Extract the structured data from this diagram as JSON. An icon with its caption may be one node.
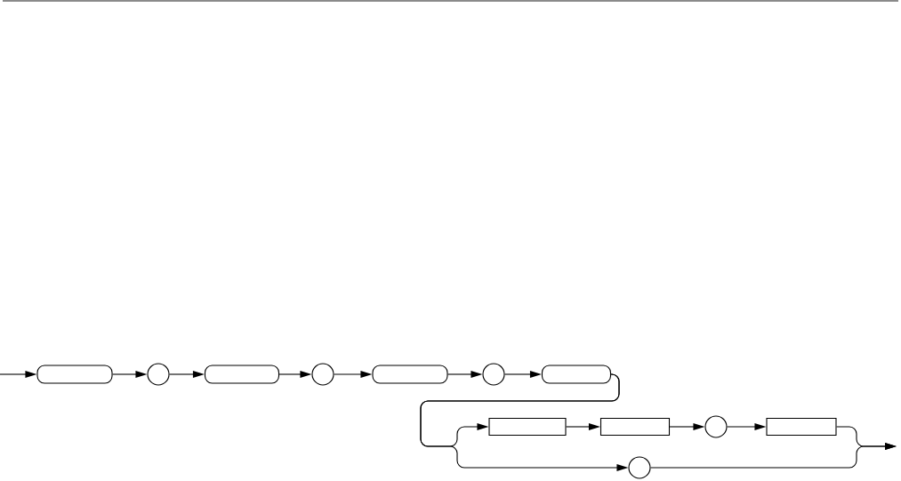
{
  "diagram": {
    "nodes": [
      {
        "text": [],
        "shape": "capsule"
      },
      {
        "text": [],
        "shape": "circle"
      },
      {
        "text": [],
        "shape": "capsule"
      },
      {
        "text": [],
        "shape": "circle"
      },
      {
        "text": [],
        "shape": "capsule"
      },
      {
        "text": [],
        "shape": "circle"
      },
      {
        "text": [],
        "shape": "capsule"
      },
      {
        "text": [],
        "shape": "box"
      },
      {
        "text": [],
        "shape": "box"
      },
      {
        "text": [],
        "shape": "circle"
      },
      {
        "text": [],
        "shape": "box"
      },
      {
        "text": [],
        "shape": "circle"
      }
    ],
    "edges": [
      {
        "from": null,
        "to": 0,
        "arrow": "to"
      },
      {
        "from": 0,
        "to": 1,
        "arrow": "to"
      },
      {
        "from": 1,
        "to": 2,
        "arrow": "to"
      },
      {
        "from": 2,
        "to": 3,
        "arrow": "to"
      },
      {
        "from": 3,
        "to": 4,
        "arrow": "to"
      },
      {
        "from": 4,
        "to": 5,
        "arrow": "to"
      },
      {
        "from": 5,
        "to": 6,
        "arrow": "to"
      },
      {
        "from": 6,
        "to": 7,
        "arrow": "to"
      },
      {
        "from": 6,
        "to": 11,
        "arrow": "to"
      },
      {
        "from": 7,
        "to": 8,
        "arrow": "to"
      },
      {
        "from": 8,
        "to": 9,
        "arrow": "to"
      },
      {
        "from": 9,
        "to": 10,
        "arrow": "to"
      },
      {
        "from": 10,
        "to": null,
        "arrow": "to"
      },
      {
        "from": 11,
        "to": null,
        "arrow": "to"
      }
    ]
  }
}
